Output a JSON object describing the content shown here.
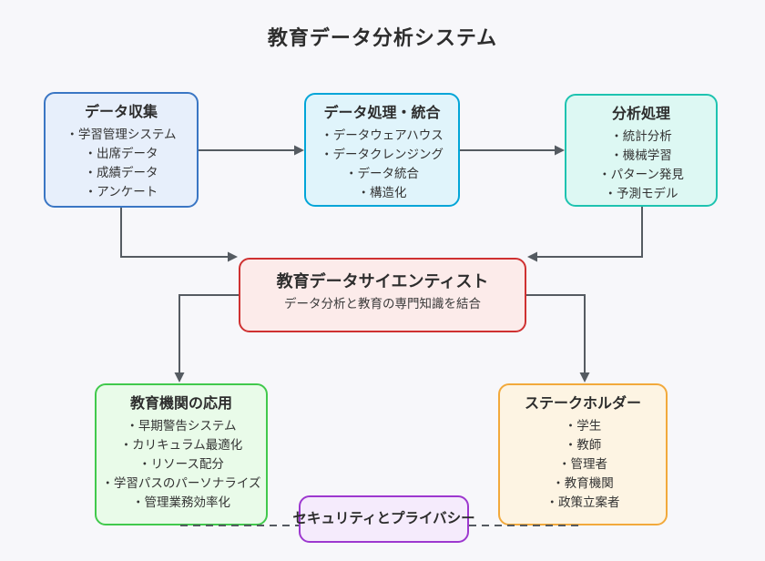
{
  "page": {
    "title": "教育データ分析システム",
    "background_color": "#f7f7fa",
    "text_color": "#333333",
    "arrow_color": "#555b61"
  },
  "nodes": {
    "collect": {
      "title": "データ収集",
      "items": [
        "・学習管理システム",
        "・出席データ",
        "・成績データ",
        "・アンケート"
      ],
      "border_color": "#3a76c4",
      "fill_color": "#e7effb"
    },
    "process": {
      "title": "データ処理・統合",
      "items": [
        "・データウェアハウス",
        "・データクレンジング",
        "・データ統合",
        "・構造化"
      ],
      "border_color": "#00a5d8",
      "fill_color": "#e0f4fb"
    },
    "analysis": {
      "title": "分析処理",
      "items": [
        "・統計分析",
        "・機械学習",
        "・パターン発見",
        "・予測モデル"
      ],
      "border_color": "#1ec3b0",
      "fill_color": "#ddf8f3"
    },
    "scientist": {
      "title": "教育データサイエンティスト",
      "subtitle": "データ分析と教育の専門知識を結合",
      "border_color": "#cf3131",
      "fill_color": "#fcebea"
    },
    "institution": {
      "title": "教育機関の応用",
      "items": [
        "・早期警告システム",
        "・カリキュラム最適化",
        "・リソース配分",
        "・学習パスのパーソナライズ",
        "・管理業務効率化"
      ],
      "border_color": "#41c94c",
      "fill_color": "#e9fbe9"
    },
    "stakeholder": {
      "title": "ステークホルダー",
      "items": [
        "・学生",
        "・教師",
        "・管理者",
        "・教育機関",
        "・政策立案者"
      ],
      "border_color": "#f2a93b",
      "fill_color": "#fdf4e3"
    },
    "security": {
      "title": "セキュリティとプライバシー",
      "border_color": "#9d38cf",
      "fill_color": "#f5ebfc"
    }
  },
  "edges": [
    {
      "from": "collect",
      "to": "process",
      "style": "solid-arrow"
    },
    {
      "from": "process",
      "to": "analysis",
      "style": "solid-arrow"
    },
    {
      "from": "collect",
      "to": "scientist",
      "style": "solid-arrow"
    },
    {
      "from": "analysis",
      "to": "scientist",
      "style": "solid-arrow"
    },
    {
      "from": "scientist",
      "to": "institution",
      "style": "solid-arrow"
    },
    {
      "from": "scientist",
      "to": "stakeholder",
      "style": "solid-arrow"
    },
    {
      "from": "institution",
      "to": "security",
      "style": "dashed-line"
    },
    {
      "from": "security",
      "to": "stakeholder",
      "style": "dashed-line"
    }
  ]
}
